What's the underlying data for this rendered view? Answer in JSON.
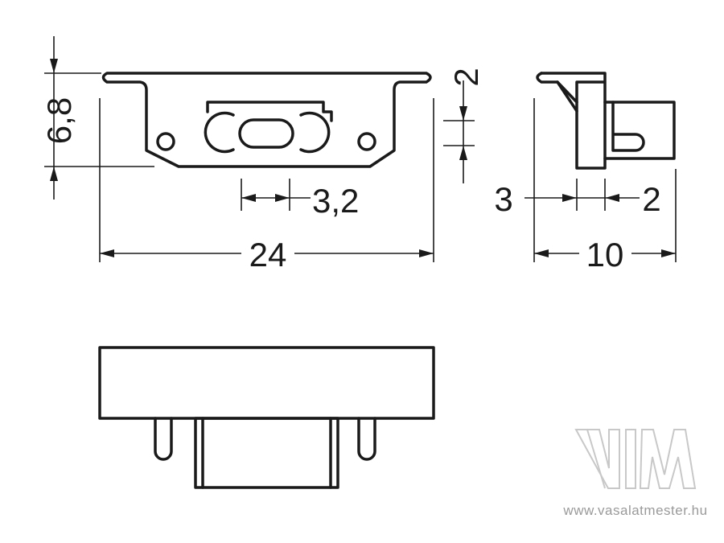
{
  "dimensions": {
    "height_left": "6,8",
    "width_total": "24",
    "slot_pitch": "3,2",
    "lip_height": "2",
    "side_left": "3",
    "side_right": "2",
    "side_width": "10"
  },
  "watermark": {
    "url": "www.vasalatmester.hu",
    "logo_icon": "vm-logo-icon"
  },
  "colors": {
    "line": "#1a1a1a",
    "watermark": "#c8c8c8"
  }
}
